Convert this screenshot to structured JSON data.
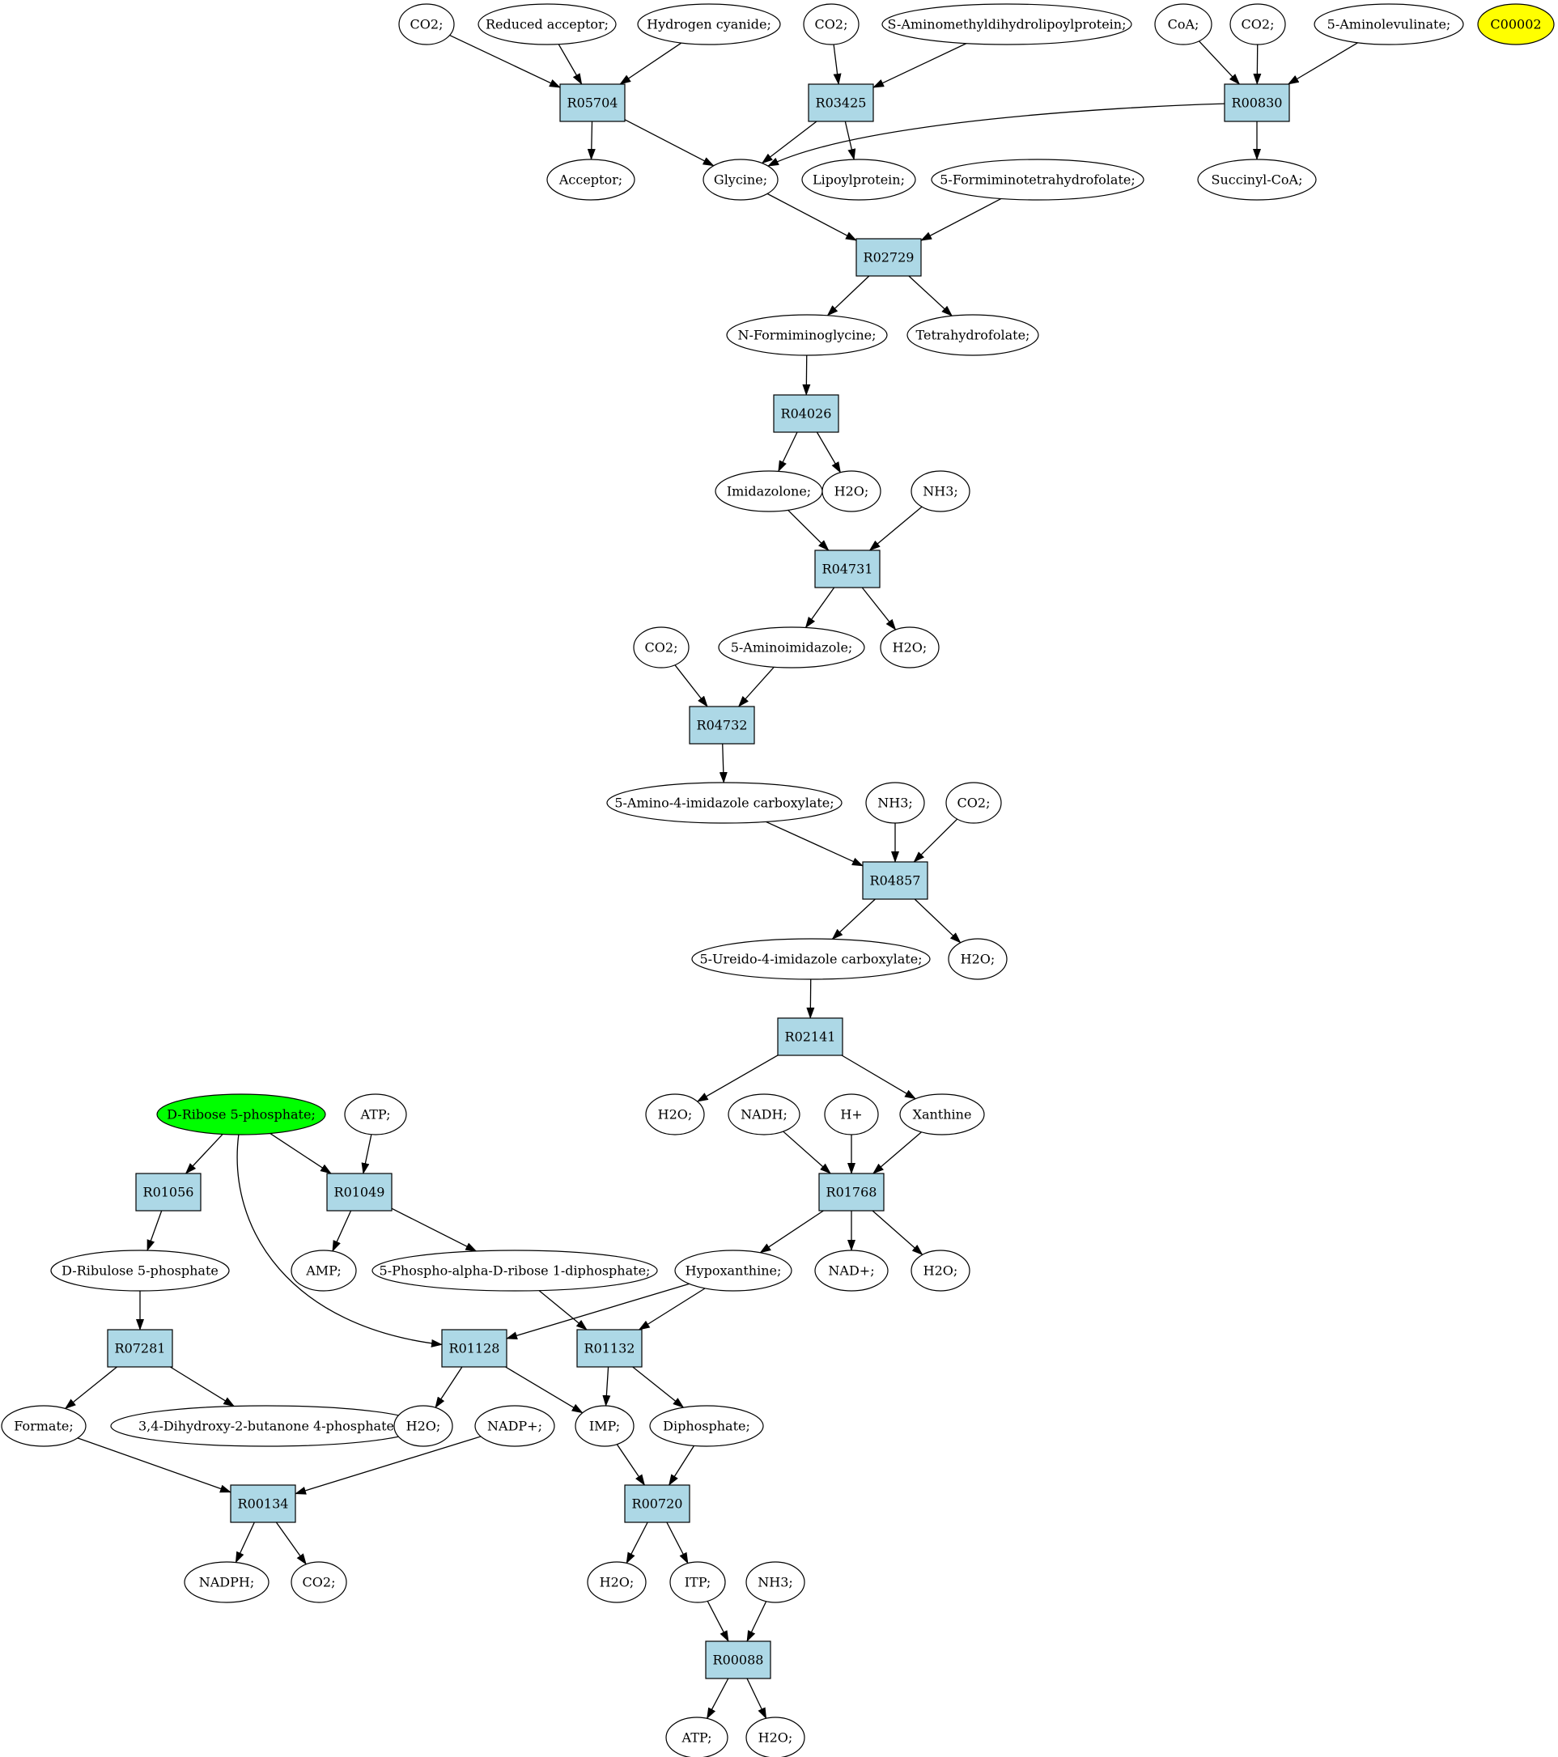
{
  "colors": {
    "reaction_fill": "#add8e6",
    "compound_fill": "#ffffff",
    "start_fill": "#00ff00",
    "target_fill": "#ffff00",
    "stroke": "#000000"
  },
  "nodes": [
    {
      "id": "c_co2_a",
      "label": "CO2;",
      "kind": "compound"
    },
    {
      "id": "c_reduced_acceptor",
      "label": "Reduced acceptor;",
      "kind": "compound"
    },
    {
      "id": "c_hydrogen_cyanide",
      "label": "Hydrogen cyanide;",
      "kind": "compound"
    },
    {
      "id": "c_co2_b",
      "label": "CO2;",
      "kind": "compound"
    },
    {
      "id": "c_s_aminomethyl",
      "label": "S-Aminomethyldihydrolipoylprotein;",
      "kind": "compound"
    },
    {
      "id": "c_coa",
      "label": "CoA;",
      "kind": "compound"
    },
    {
      "id": "c_co2_c",
      "label": "CO2;",
      "kind": "compound"
    },
    {
      "id": "c_aminolevulinate",
      "label": "5-Aminolevulinate;",
      "kind": "compound"
    },
    {
      "id": "c_c00002",
      "label": "C00002",
      "kind": "target"
    },
    {
      "id": "r_R05704",
      "label": "R05704",
      "kind": "reaction"
    },
    {
      "id": "r_R03425",
      "label": "R03425",
      "kind": "reaction"
    },
    {
      "id": "r_R00830",
      "label": "R00830",
      "kind": "reaction"
    },
    {
      "id": "c_acceptor",
      "label": "Acceptor;",
      "kind": "compound"
    },
    {
      "id": "c_glycine",
      "label": "Glycine;",
      "kind": "compound"
    },
    {
      "id": "c_lipoylprotein",
      "label": "Lipoylprotein;",
      "kind": "compound"
    },
    {
      "id": "c_formiminothf",
      "label": "5-Formiminotetrahydrofolate;",
      "kind": "compound"
    },
    {
      "id": "c_succinyl_coa",
      "label": "Succinyl-CoA;",
      "kind": "compound"
    },
    {
      "id": "r_R02729",
      "label": "R02729",
      "kind": "reaction"
    },
    {
      "id": "c_n_formiminoglycine",
      "label": "N-Formiminoglycine;",
      "kind": "compound"
    },
    {
      "id": "c_thf",
      "label": "Tetrahydrofolate;",
      "kind": "compound"
    },
    {
      "id": "r_R04026",
      "label": "R04026",
      "kind": "reaction"
    },
    {
      "id": "c_imidazolone",
      "label": "Imidazolone;",
      "kind": "compound"
    },
    {
      "id": "c_h2o_a",
      "label": "H2O;",
      "kind": "compound"
    },
    {
      "id": "c_nh3_a",
      "label": "NH3;",
      "kind": "compound"
    },
    {
      "id": "r_R04731",
      "label": "R04731",
      "kind": "reaction"
    },
    {
      "id": "c_co2_d",
      "label": "CO2;",
      "kind": "compound"
    },
    {
      "id": "c_aminoimidazole",
      "label": "5-Aminoimidazole;",
      "kind": "compound"
    },
    {
      "id": "c_h2o_b",
      "label": "H2O;",
      "kind": "compound"
    },
    {
      "id": "r_R04732",
      "label": "R04732",
      "kind": "reaction"
    },
    {
      "id": "c_amino_imidazole_carboxylate",
      "label": "5-Amino-4-imidazole carboxylate;",
      "kind": "compound"
    },
    {
      "id": "c_nh3_b",
      "label": "NH3;",
      "kind": "compound"
    },
    {
      "id": "c_co2_e",
      "label": "CO2;",
      "kind": "compound"
    },
    {
      "id": "r_R04857",
      "label": "R04857",
      "kind": "reaction"
    },
    {
      "id": "c_ureido_imidazole_carboxylate",
      "label": "5-Ureido-4-imidazole carboxylate;",
      "kind": "compound"
    },
    {
      "id": "c_h2o_c",
      "label": "H2O;",
      "kind": "compound"
    },
    {
      "id": "r_R02141",
      "label": "R02141",
      "kind": "reaction"
    },
    {
      "id": "c_h2o_d",
      "label": "H2O;",
      "kind": "compound"
    },
    {
      "id": "c_nadh",
      "label": "NADH;",
      "kind": "compound"
    },
    {
      "id": "c_hplus",
      "label": "H+",
      "kind": "compound"
    },
    {
      "id": "c_xanthine",
      "label": "Xanthine",
      "kind": "compound"
    },
    {
      "id": "c_ribose5p",
      "label": "D-Ribose 5-phosphate;",
      "kind": "start"
    },
    {
      "id": "c_atp_a",
      "label": "ATP;",
      "kind": "compound"
    },
    {
      "id": "r_R01768",
      "label": "R01768",
      "kind": "reaction"
    },
    {
      "id": "r_R01056",
      "label": "R01056",
      "kind": "reaction"
    },
    {
      "id": "r_R01049",
      "label": "R01049",
      "kind": "reaction"
    },
    {
      "id": "c_ribulose5p",
      "label": "D-Ribulose 5-phosphate",
      "kind": "compound"
    },
    {
      "id": "c_amp",
      "label": "AMP;",
      "kind": "compound"
    },
    {
      "id": "c_prpp",
      "label": "5-Phospho-alpha-D-ribose 1-diphosphate;",
      "kind": "compound"
    },
    {
      "id": "c_hypoxanthine",
      "label": "Hypoxanthine;",
      "kind": "compound"
    },
    {
      "id": "c_nadplus",
      "label": "NAD+;",
      "kind": "compound"
    },
    {
      "id": "c_h2o_e",
      "label": "H2O;",
      "kind": "compound"
    },
    {
      "id": "r_R07281",
      "label": "R07281",
      "kind": "reaction"
    },
    {
      "id": "r_R01128",
      "label": "R01128",
      "kind": "reaction"
    },
    {
      "id": "r_R01132",
      "label": "R01132",
      "kind": "reaction"
    },
    {
      "id": "c_formate",
      "label": "Formate;",
      "kind": "compound"
    },
    {
      "id": "c_dihydroxybutanone",
      "label": "3,4-Dihydroxy-2-butanone 4-phosphate",
      "kind": "compound"
    },
    {
      "id": "c_h2o_f",
      "label": "H2O;",
      "kind": "compound"
    },
    {
      "id": "c_nadpplus",
      "label": "NADP+;",
      "kind": "compound"
    },
    {
      "id": "c_imp",
      "label": "IMP;",
      "kind": "compound"
    },
    {
      "id": "c_diphosphate",
      "label": "Diphosphate;",
      "kind": "compound"
    },
    {
      "id": "r_R00134",
      "label": "R00134",
      "kind": "reaction"
    },
    {
      "id": "r_R00720",
      "label": "R00720",
      "kind": "reaction"
    },
    {
      "id": "c_nadph",
      "label": "NADPH;",
      "kind": "compound"
    },
    {
      "id": "c_co2_f",
      "label": "CO2;",
      "kind": "compound"
    },
    {
      "id": "c_h2o_g",
      "label": "H2O;",
      "kind": "compound"
    },
    {
      "id": "c_itp",
      "label": "ITP;",
      "kind": "compound"
    },
    {
      "id": "c_nh3_c",
      "label": "NH3;",
      "kind": "compound"
    },
    {
      "id": "r_R00088",
      "label": "R00088",
      "kind": "reaction"
    },
    {
      "id": "c_atp_b",
      "label": "ATP;",
      "kind": "compound"
    },
    {
      "id": "c_h2o_h",
      "label": "H2O;",
      "kind": "compound"
    }
  ],
  "edges": [
    {
      "from": "c_co2_a",
      "to": "r_R05704"
    },
    {
      "from": "c_reduced_acceptor",
      "to": "r_R05704"
    },
    {
      "from": "c_hydrogen_cyanide",
      "to": "r_R05704"
    },
    {
      "from": "r_R05704",
      "to": "c_acceptor"
    },
    {
      "from": "r_R05704",
      "to": "c_glycine"
    },
    {
      "from": "c_co2_b",
      "to": "r_R03425"
    },
    {
      "from": "c_s_aminomethyl",
      "to": "r_R03425"
    },
    {
      "from": "r_R03425",
      "to": "c_glycine"
    },
    {
      "from": "r_R03425",
      "to": "c_lipoylprotein"
    },
    {
      "from": "c_coa",
      "to": "r_R00830"
    },
    {
      "from": "c_co2_c",
      "to": "r_R00830"
    },
    {
      "from": "c_aminolevulinate",
      "to": "r_R00830"
    },
    {
      "from": "r_R00830",
      "to": "c_glycine"
    },
    {
      "from": "r_R00830",
      "to": "c_succinyl_coa"
    },
    {
      "from": "c_glycine",
      "to": "r_R02729"
    },
    {
      "from": "c_formiminothf",
      "to": "r_R02729"
    },
    {
      "from": "r_R02729",
      "to": "c_n_formiminoglycine"
    },
    {
      "from": "r_R02729",
      "to": "c_thf"
    },
    {
      "from": "c_n_formiminoglycine",
      "to": "r_R04026"
    },
    {
      "from": "r_R04026",
      "to": "c_imidazolone"
    },
    {
      "from": "r_R04026",
      "to": "c_h2o_a"
    },
    {
      "from": "c_imidazolone",
      "to": "r_R04731"
    },
    {
      "from": "c_nh3_a",
      "to": "r_R04731"
    },
    {
      "from": "r_R04731",
      "to": "c_aminoimidazole"
    },
    {
      "from": "r_R04731",
      "to": "c_h2o_b"
    },
    {
      "from": "c_co2_d",
      "to": "r_R04732"
    },
    {
      "from": "c_aminoimidazole",
      "to": "r_R04732"
    },
    {
      "from": "r_R04732",
      "to": "c_amino_imidazole_carboxylate"
    },
    {
      "from": "c_amino_imidazole_carboxylate",
      "to": "r_R04857"
    },
    {
      "from": "c_nh3_b",
      "to": "r_R04857"
    },
    {
      "from": "c_co2_e",
      "to": "r_R04857"
    },
    {
      "from": "r_R04857",
      "to": "c_ureido_imidazole_carboxylate"
    },
    {
      "from": "r_R04857",
      "to": "c_h2o_c"
    },
    {
      "from": "c_ureido_imidazole_carboxylate",
      "to": "r_R02141"
    },
    {
      "from": "r_R02141",
      "to": "c_h2o_d"
    },
    {
      "from": "r_R02141",
      "to": "c_xanthine"
    },
    {
      "from": "c_nadh",
      "to": "r_R01768"
    },
    {
      "from": "c_hplus",
      "to": "r_R01768"
    },
    {
      "from": "c_xanthine",
      "to": "r_R01768"
    },
    {
      "from": "r_R01768",
      "to": "c_hypoxanthine"
    },
    {
      "from": "r_R01768",
      "to": "c_nadplus"
    },
    {
      "from": "r_R01768",
      "to": "c_h2o_e"
    },
    {
      "from": "c_ribose5p",
      "to": "r_R01056"
    },
    {
      "from": "c_ribose5p",
      "to": "r_R01049"
    },
    {
      "from": "c_ribose5p",
      "to": "r_R01128"
    },
    {
      "from": "c_atp_a",
      "to": "r_R01049"
    },
    {
      "from": "r_R01056",
      "to": "c_ribulose5p"
    },
    {
      "from": "r_R01049",
      "to": "c_amp"
    },
    {
      "from": "r_R01049",
      "to": "c_prpp"
    },
    {
      "from": "c_ribulose5p",
      "to": "r_R07281"
    },
    {
      "from": "c_prpp",
      "to": "r_R01132"
    },
    {
      "from": "c_hypoxanthine",
      "to": "r_R01128"
    },
    {
      "from": "c_hypoxanthine",
      "to": "r_R01132"
    },
    {
      "from": "r_R07281",
      "to": "c_formate"
    },
    {
      "from": "r_R07281",
      "to": "c_dihydroxybutanone"
    },
    {
      "from": "r_R01128",
      "to": "c_h2o_f"
    },
    {
      "from": "r_R01128",
      "to": "c_imp"
    },
    {
      "from": "r_R01132",
      "to": "c_imp"
    },
    {
      "from": "r_R01132",
      "to": "c_diphosphate"
    },
    {
      "from": "c_formate",
      "to": "r_R00134"
    },
    {
      "from": "c_nadpplus",
      "to": "r_R00134"
    },
    {
      "from": "r_R00134",
      "to": "c_nadph"
    },
    {
      "from": "r_R00134",
      "to": "c_co2_f"
    },
    {
      "from": "c_imp",
      "to": "r_R00720"
    },
    {
      "from": "c_diphosphate",
      "to": "r_R00720"
    },
    {
      "from": "r_R00720",
      "to": "c_h2o_g"
    },
    {
      "from": "r_R00720",
      "to": "c_itp"
    },
    {
      "from": "c_itp",
      "to": "r_R00088"
    },
    {
      "from": "c_nh3_c",
      "to": "r_R00088"
    },
    {
      "from": "r_R00088",
      "to": "c_atp_b"
    },
    {
      "from": "r_R00088",
      "to": "c_h2o_h"
    }
  ]
}
